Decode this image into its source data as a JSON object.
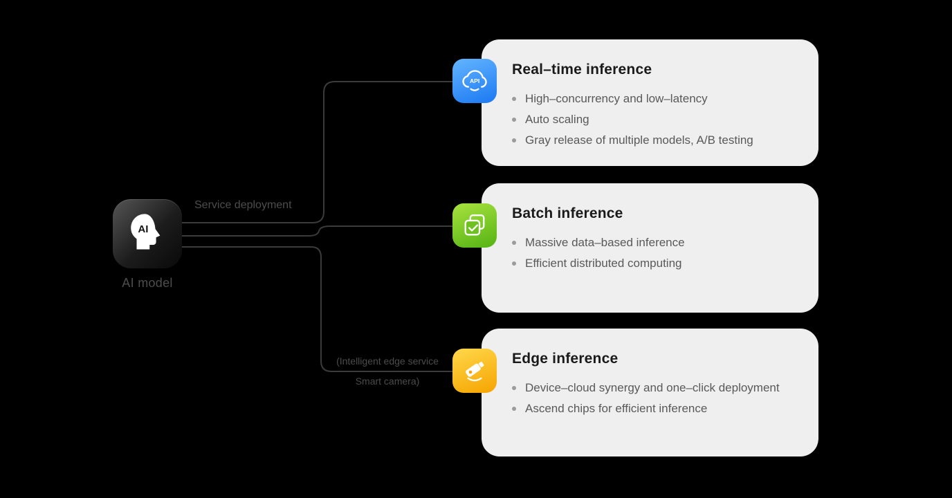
{
  "root_node": {
    "label": "AI model",
    "icon_text": "AI"
  },
  "edge_labels": {
    "service_deployment": "Service deployment",
    "edge_branch_line1": "(Intelligent edge service",
    "edge_branch_line2": "Smart camera)"
  },
  "cards": [
    {
      "title": "Real–time inference",
      "icon": "api-cloud-icon",
      "icon_label": "API",
      "icon_color_from": "#64b5ff",
      "icon_color_to": "#1b79f2",
      "bullets": [
        "High–concurrency and low–latency",
        "Auto scaling",
        "Gray release of multiple models, A/B testing"
      ]
    },
    {
      "title": "Batch inference",
      "icon": "stacked-documents-check-icon",
      "icon_color_from": "#a8e23f",
      "icon_color_to": "#54b313",
      "bullets": [
        "Massive data–based inference",
        "Efficient distributed computing"
      ]
    },
    {
      "title": "Edge inference",
      "icon": "surveillance-camera-icon",
      "icon_color_from": "#ffd84b",
      "icon_color_to": "#f6a400",
      "bullets": [
        "Device–cloud synergy and one–click deployment",
        "Ascend chips for efficient inference"
      ]
    }
  ],
  "colors": {
    "background": "#000000",
    "card_background": "#efefef",
    "connector": "#3b3b3b",
    "title_text": "#1a1a1a",
    "bullet_text": "#595959",
    "outer_label_text": "#4d4d4d",
    "ai_node_dark": "#1c1c1c"
  }
}
